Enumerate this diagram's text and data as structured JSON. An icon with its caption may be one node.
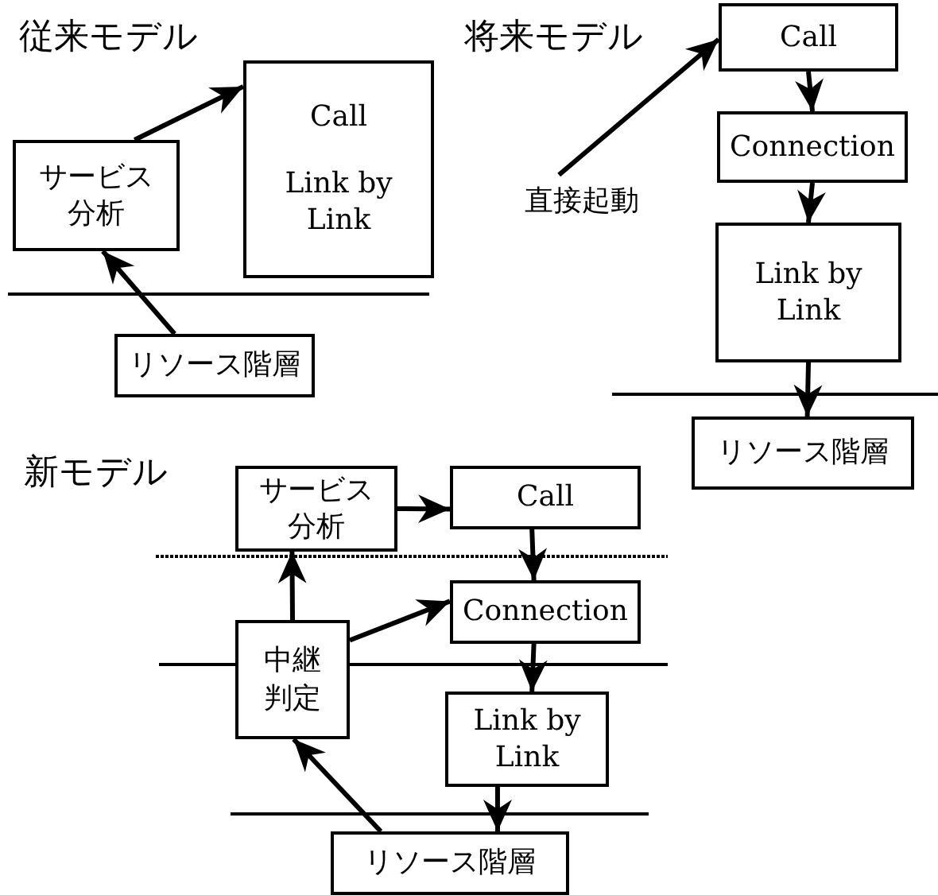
{
  "diagram": {
    "nodes": [
      {
        "text": [
          "サービス分析"
        ]
      },
      {
        "text": [
          "Call",
          "Link by Link"
        ]
      },
      {
        "text": [
          "リソース階層"
        ]
      },
      {
        "text": [
          "Call"
        ]
      },
      {
        "text": [
          "Connection"
        ]
      },
      {
        "text": [
          "Link by Link"
        ]
      },
      {
        "text": [
          "リソース階層"
        ]
      },
      {
        "text": [
          "直接起動"
        ]
      },
      {
        "text": [
          "サービス分析"
        ]
      },
      {
        "text": [
          "Call"
        ]
      },
      {
        "text": [
          "Connection"
        ]
      },
      {
        "text": [
          "Link by Link"
        ]
      },
      {
        "text": [
          "中継判定"
        ]
      },
      {
        "text": [
          "リソース階層"
        ]
      }
    ],
    "edges": [
      {
        "from": 0,
        "to": 1,
        "arrow": "to"
      },
      {
        "from": 2,
        "to": 0,
        "arrow": "to"
      },
      {
        "from": 7,
        "to": 3,
        "arrow": "to"
      },
      {
        "from": 3,
        "to": 4,
        "arrow": "to"
      },
      {
        "from": 4,
        "to": 5,
        "arrow": "to"
      },
      {
        "from": 5,
        "to": 6,
        "arrow": "to"
      },
      {
        "from": 8,
        "to": 9,
        "arrow": "to"
      },
      {
        "from": 9,
        "to": 10,
        "arrow": "to"
      },
      {
        "from": 10,
        "to": 11,
        "arrow": "to"
      },
      {
        "from": 11,
        "to": 13,
        "arrow": "to"
      },
      {
        "from": 12,
        "to": 8,
        "arrow": "to"
      },
      {
        "from": 12,
        "to": 10,
        "arrow": "to"
      },
      {
        "from": 13,
        "to": 12,
        "arrow": "to"
      }
    ],
    "labels": [
      "従来モデル",
      "将来モデル",
      "新モデル"
    ]
  }
}
